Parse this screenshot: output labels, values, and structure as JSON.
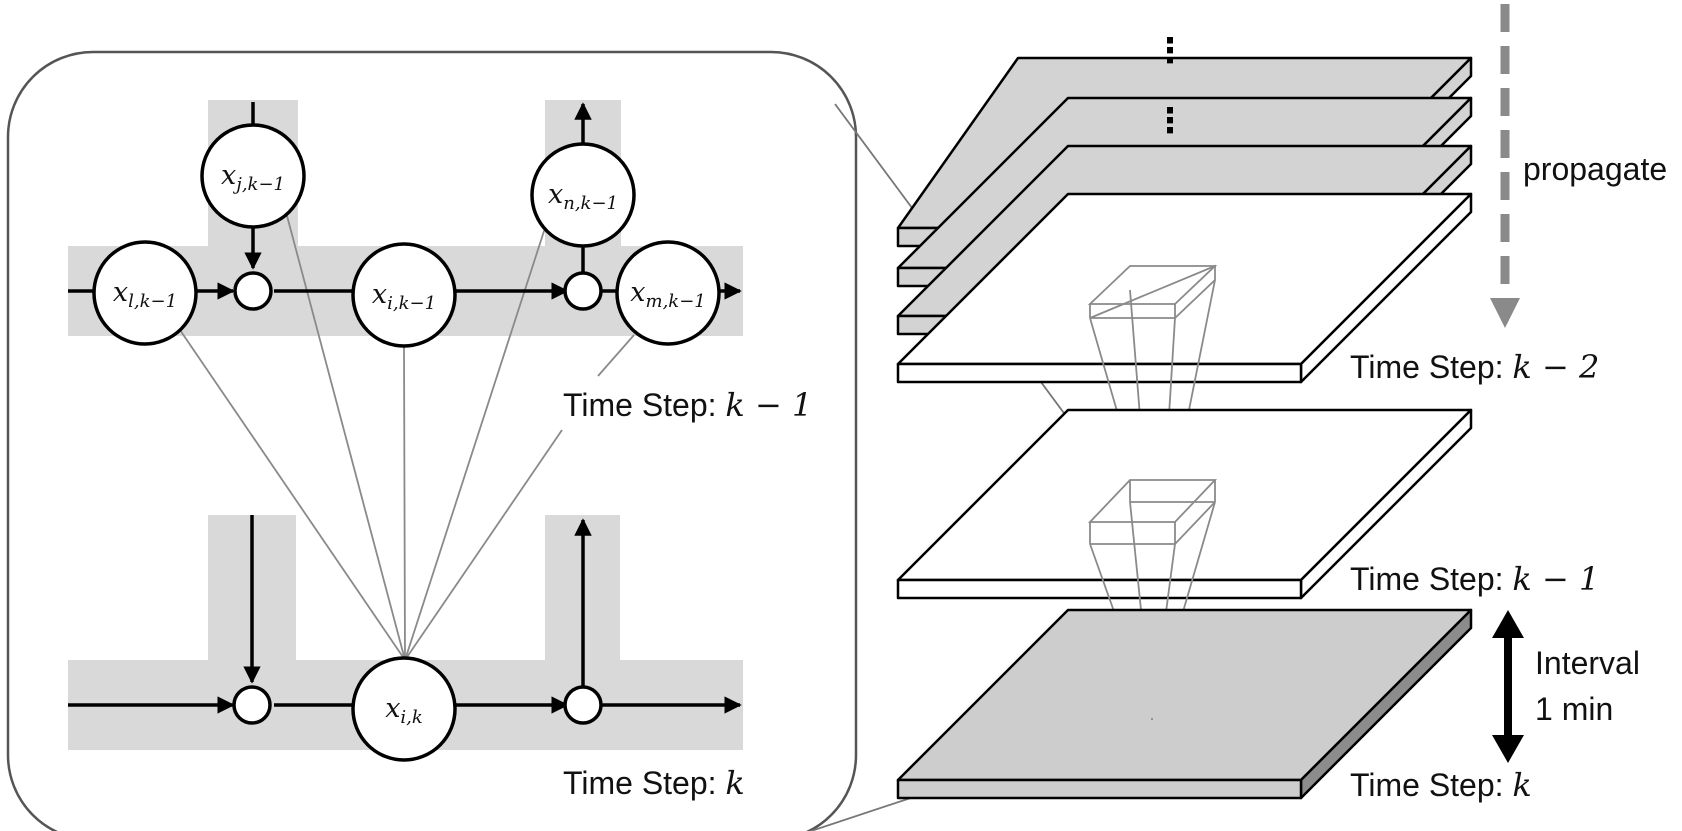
{
  "inset": {
    "upper_label": {
      "prefix": "Time Step: ",
      "math": "k − 1"
    },
    "lower_label": {
      "prefix": "Time Step: ",
      "math": "k"
    },
    "nodes": {
      "x_l": {
        "base": "x",
        "sub": "l,k−1"
      },
      "x_i_prev": {
        "base": "x",
        "sub": "i,k−1"
      },
      "x_m": {
        "base": "x",
        "sub": "m,k−1"
      },
      "x_j": {
        "base": "x",
        "sub": "j,k−1"
      },
      "x_n": {
        "base": "x",
        "sub": "n,k−1"
      },
      "x_i_k": {
        "base": "x",
        "sub": "i,k"
      }
    }
  },
  "stack": {
    "ellipsis_top": "⋮",
    "ellipsis_mid": "⋮",
    "propagate_label": "propagate",
    "label_k2": {
      "prefix": "Time Step: ",
      "math": "k − 2"
    },
    "label_k1": {
      "prefix": "Time Step: ",
      "math": "k − 1"
    },
    "label_k": {
      "prefix": "Time Step: ",
      "math": "k"
    },
    "interval_label_1": "Interval",
    "interval_label_2": "1 min"
  },
  "colors": {
    "band": "#d9d9d9",
    "gray_slab": "#d3d3d3",
    "bottom_slab_top": "#cdcdcd",
    "bottom_slab_side": "#8c8c8c",
    "thin_line": "#8a8a8a",
    "dash_arrow": "#8a8a8a",
    "ink": "#000000"
  }
}
